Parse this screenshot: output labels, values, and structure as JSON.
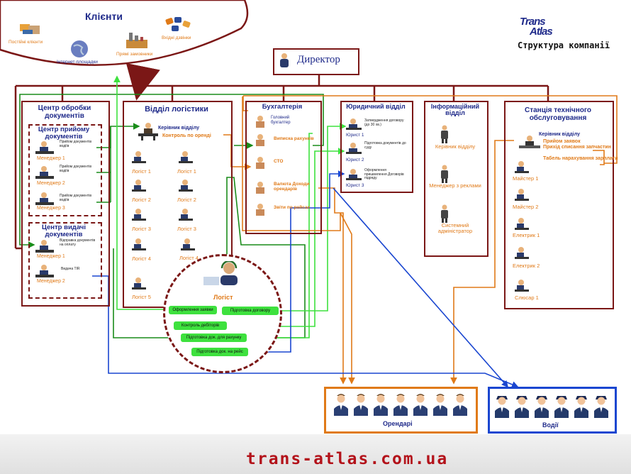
{
  "header": {
    "logo_line1": "Trans",
    "logo_line2": "Atlas",
    "subtitle": "Структура компанії"
  },
  "clients": {
    "title": "Клієнти",
    "items": [
      "Постійні клієнти",
      "Інтернет-площадки",
      "Прямі замовники",
      "Вхідні дзвінки"
    ]
  },
  "director": {
    "label": "Директор"
  },
  "doc_center": {
    "title": "Центр обробки документів",
    "intake": {
      "title": "Центр прийому документів",
      "rows": [
        {
          "task": "Прийом документів водіїв",
          "role": "Менеджер 1"
        },
        {
          "task": "Прийом документів водіїв",
          "role": "Менеджер 2"
        },
        {
          "task": "Прийом документів водіїв",
          "role": "Менеджер 3"
        }
      ]
    },
    "issue": {
      "title": "Центр видачі документів",
      "rows": [
        {
          "task": "Відправка документів на оплату",
          "role": "Менеджер 1"
        },
        {
          "task": "Видача TIR",
          "role": "Менеджер 2"
        }
      ]
    }
  },
  "logistics": {
    "title": "Відділ логістики",
    "head": "Керівник відділу",
    "head_task": "Контроль по оренді",
    "logists": [
      "Логіст 1",
      "Логіст 2",
      "Логіст 3",
      "Логіст 4",
      "Логіст 5",
      "Логіст 1",
      "Логіст 2",
      "Логіст 3",
      "Логіст 4"
    ]
  },
  "logist_circle": {
    "title": "Логіст",
    "tasks": [
      "Оформлення заявки",
      "Підготовка договору",
      "Контроль дебіторів",
      "Підготовка док. для рахунку",
      "Підготовка док. на рейс"
    ]
  },
  "accounting": {
    "title": "Бухгалтерія",
    "items": [
      "Головний бухгалтер",
      "Виписка рахунків",
      "СТО",
      "Валюта Доходи орендарів",
      "Звіти по рейсах"
    ]
  },
  "legal": {
    "title": "Юридичний відділ",
    "rows": [
      {
        "task": "Затвердження договору (до 30 хв.)",
        "role": "Юрист 1"
      },
      {
        "task": "Підготовка документів до суду",
        "role": "Юрист 2"
      },
      {
        "task": "Оформлення пришвилення Договорів підряду",
        "role": "Юрист 3"
      }
    ]
  },
  "info": {
    "title": "Інформаційний відділ",
    "items": [
      "Керівник відділу",
      "Менеджер з реклами",
      "Системний адміністратор"
    ]
  },
  "service": {
    "title": "Станція технічного обслуговування",
    "head": "Керівник відділу",
    "head_tasks": [
      "Прийом заявок",
      "Прихід списання запчастин",
      "Табель нарахування зарплати"
    ],
    "staff": [
      "Майстер 1",
      "Майстер 2",
      "Електрик 1",
      "Електрик 2",
      "Слюсар 1"
    ]
  },
  "renters": {
    "label": "Орендарі",
    "count": 7
  },
  "drivers": {
    "label": "Водії",
    "count": 6
  },
  "footer": {
    "site": "trans-atlas.com.ua"
  },
  "colors": {
    "maroon": "#7b1716",
    "navy": "#1f2a8a",
    "orange": "#e07a18",
    "green": "#1a8c1a",
    "bright_green": "#3ee13e",
    "blue_line": "#1a46d0",
    "footer_text": "#b3121a"
  }
}
